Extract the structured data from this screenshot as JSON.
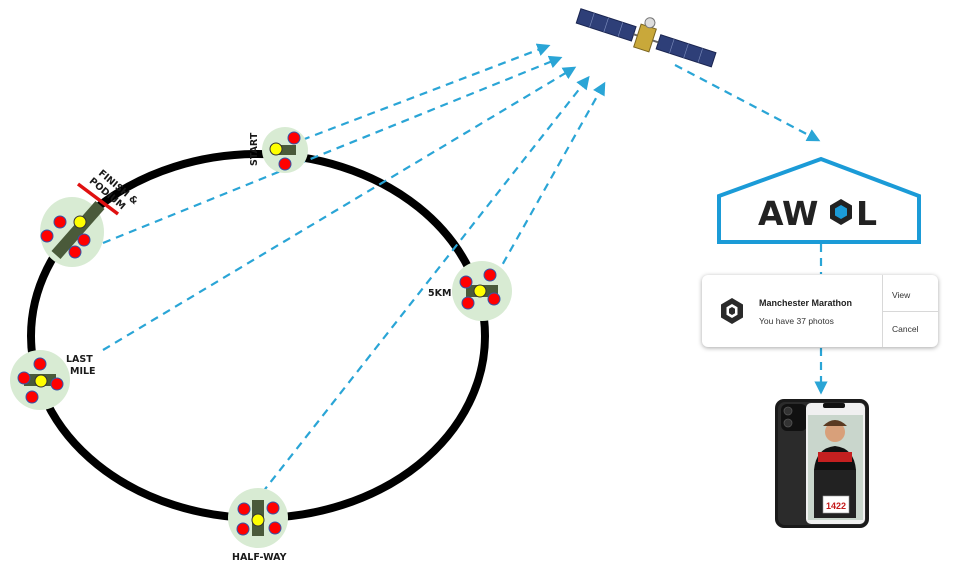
{
  "checkpoints": [
    {
      "id": "start",
      "label": "START"
    },
    {
      "id": "5km",
      "label": "5KM"
    },
    {
      "id": "half-way",
      "label": "HALF-WAY"
    },
    {
      "id": "last-mile",
      "label_lines": [
        "LAST",
        "MILE"
      ]
    },
    {
      "id": "finish",
      "label_lines": [
        "FINISH &",
        "PODIUM"
      ]
    }
  ],
  "brand": {
    "logo_text_left": "AW",
    "logo_text_right": "L"
  },
  "notification": {
    "title": "Manchester Marathon",
    "subtitle": "You have 37 photos",
    "view_label": "View",
    "cancel_label": "Cancel"
  },
  "phone": {
    "bib_number": "1422"
  },
  "colors": {
    "track": "#000000",
    "zone": "#d8ebd3",
    "zone_band": "#4a5a3a",
    "camera": "#ff0000",
    "runner": "#ffff00",
    "link": "#2aa5d6",
    "finish_line": "#e01010",
    "house": "#1b9bd7"
  }
}
